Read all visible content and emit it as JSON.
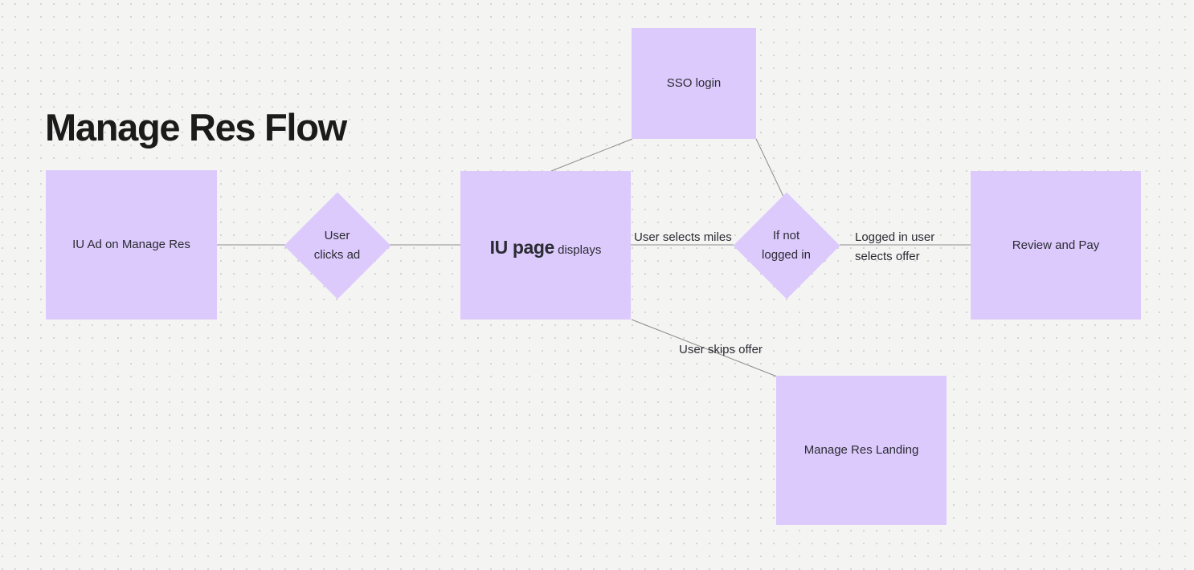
{
  "board": {
    "title": "Manage Res Flow",
    "background_color": "#f4f4f3",
    "node_fill_color": "#dccafc",
    "edge_color": "#8d8d8d",
    "text_color": "#2b2b33",
    "grid": "dot-grid"
  },
  "nodes": [
    {
      "id": "iu-ad",
      "label": "IU Ad on Manage Res",
      "shape": "rectangle"
    },
    {
      "id": "user-clicks",
      "label_line1": "User",
      "label_line2": "clicks ad",
      "shape": "diamond"
    },
    {
      "id": "iu-page",
      "label_strong": "IU page",
      "label_soft": "displays",
      "shape": "rectangle"
    },
    {
      "id": "sso-login",
      "label": "SSO login",
      "shape": "rectangle"
    },
    {
      "id": "if-not-logged",
      "label_line1": "If not",
      "label_line2": "logged in",
      "shape": "diamond"
    },
    {
      "id": "review-pay",
      "label": "Review and Pay",
      "shape": "rectangle"
    },
    {
      "id": "mr-landing",
      "label": "Manage Res Landing",
      "shape": "rectangle"
    }
  ],
  "edge_labels": {
    "user_selects_miles": "User selects miles",
    "logged_in_user_line1": "Logged in user",
    "logged_in_user_line2": "selects offer",
    "user_skips_offer": "User skips offer"
  }
}
